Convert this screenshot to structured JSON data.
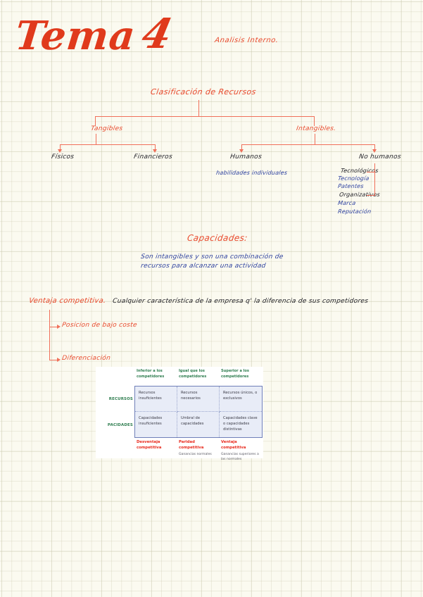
{
  "header": {
    "title": "Tema",
    "title_number": "4",
    "subtitle": "Analisis   Interno."
  },
  "tree": {
    "root": "Clasificación  de   Recursos",
    "branch_left": "Tangibles",
    "branch_right": "Intangibles.",
    "leaf_fisicos": "Físicos",
    "leaf_financieros": "Financieros",
    "leaf_humanos": "Humanos",
    "leaf_no_humanos": "No  humanos",
    "humanos_note": "habilidades  individuales",
    "no_humanos_items": [
      {
        "label": "Tecnológicos",
        "color": "ink"
      },
      {
        "label": "Tecnología",
        "color": "blue"
      },
      {
        "label": "Patentes",
        "color": "blue"
      },
      {
        "label": "Organizativos",
        "color": "ink"
      },
      {
        "label": "Marca",
        "color": "blue"
      },
      {
        "label": "Reputación",
        "color": "blue"
      }
    ]
  },
  "capacidades": {
    "heading": "Capacidades:",
    "line1": "Son  intangibles  y   son  una  combinación  de",
    "line2": "recursos  para   alcanzar   una   actividad"
  },
  "ventaja": {
    "heading": "Ventaja   competitiva.",
    "definition": "Cualquier   característica   de  la  empresa  q'  la  diferencia  de  sus   competidores",
    "bullet1": "Posicion  de  bajo  coste",
    "bullet2": "Diferenciación"
  },
  "figure": {
    "column_headers": [
      "Inferior a los competidores",
      "Igual que los competidores",
      "Superior a los competidores"
    ],
    "row_labels": [
      "RECURSOS",
      "PACIDADES"
    ],
    "cells": [
      [
        "Recursos insuficientes",
        "Recursos necesarios",
        "Recursos únicos, o exclusivos"
      ],
      [
        "Capacidades insuficientes",
        "Umbral de capacidades",
        "Capacidades clave o capacidades distintivas"
      ]
    ],
    "footer": [
      {
        "main": "Desventaja competitiva",
        "sub": ""
      },
      {
        "main": "Paridad competitiva",
        "sub": "Ganancias normales"
      },
      {
        "main": "Ventaja competitiva",
        "sub": "Ganancias superiores a las normales"
      }
    ],
    "colors": {
      "header_green": "#2e7d4f",
      "footer_red": "#e8291c",
      "cell_bg": "#e8ecf7",
      "cell_border": "#6f7fb8"
    }
  }
}
